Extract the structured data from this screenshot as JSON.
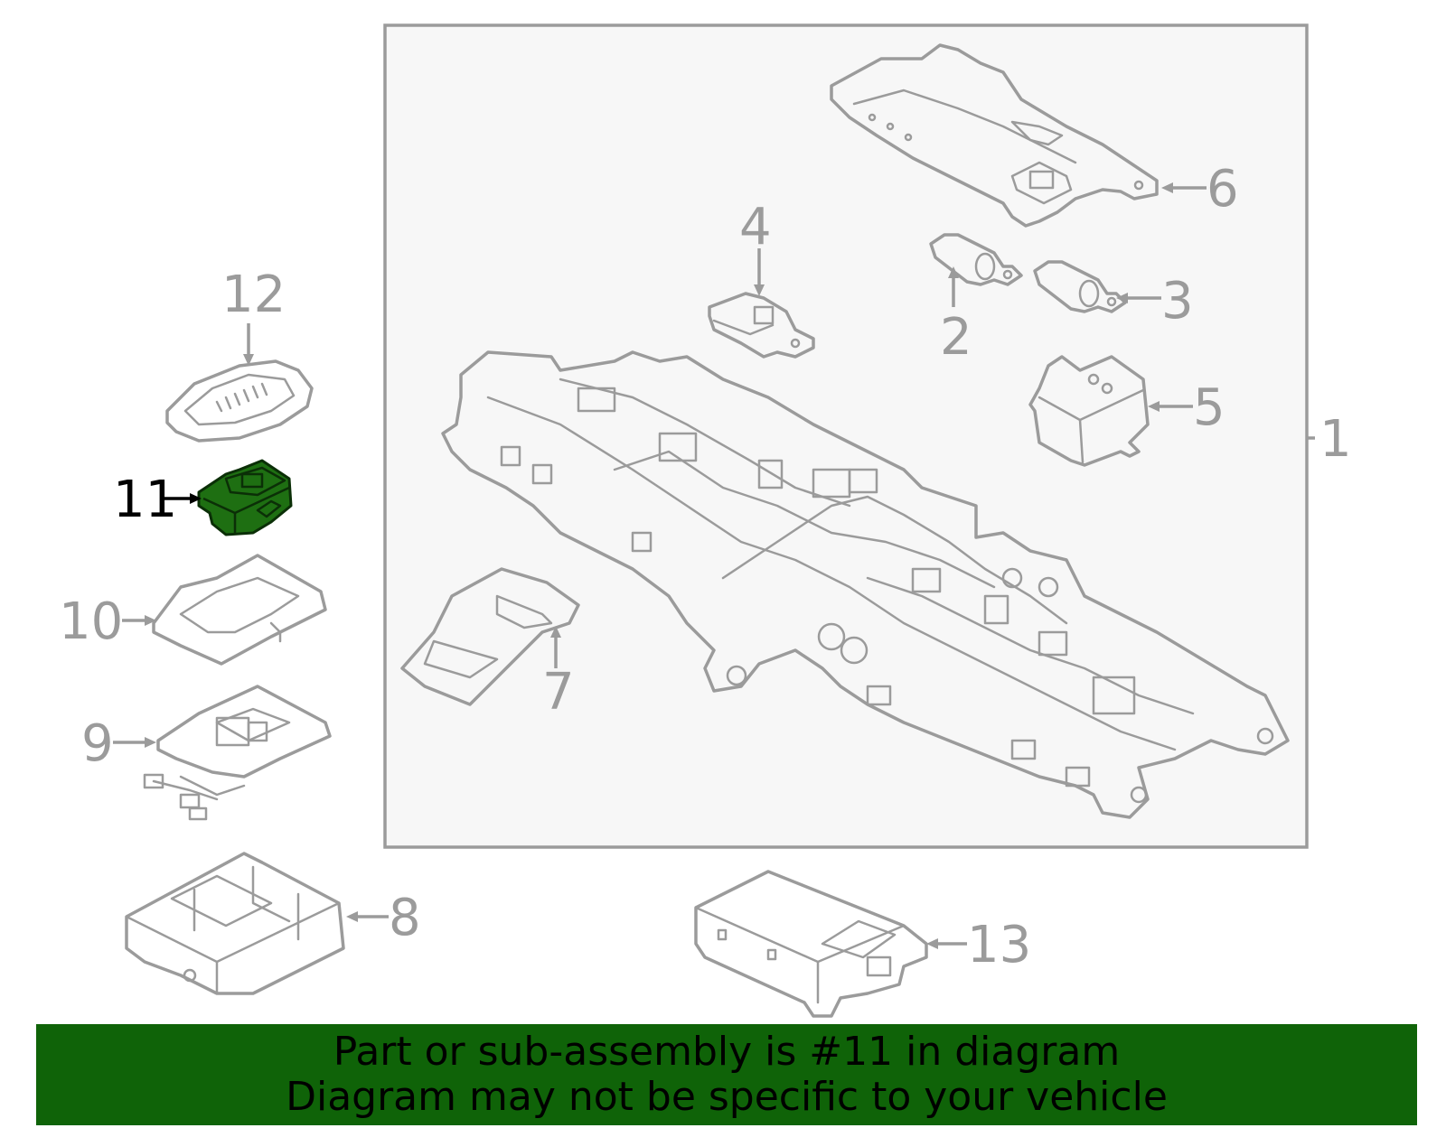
{
  "callouts": {
    "c1": "1",
    "c2": "2",
    "c3": "3",
    "c4": "4",
    "c5": "5",
    "c6": "6",
    "c7": "7",
    "c8": "8",
    "c9": "9",
    "c10": "10",
    "c11": "11",
    "c12": "12",
    "c13": "13"
  },
  "footer": {
    "line1": "Part or sub-assembly is #11 in diagram",
    "line2": "Diagram may not be specific to your vehicle"
  },
  "colors": {
    "banner": "#0f6308",
    "highlight_part": "#1e6f12",
    "line_art": "#9b9b9b",
    "panel": "#f7f7f7"
  }
}
